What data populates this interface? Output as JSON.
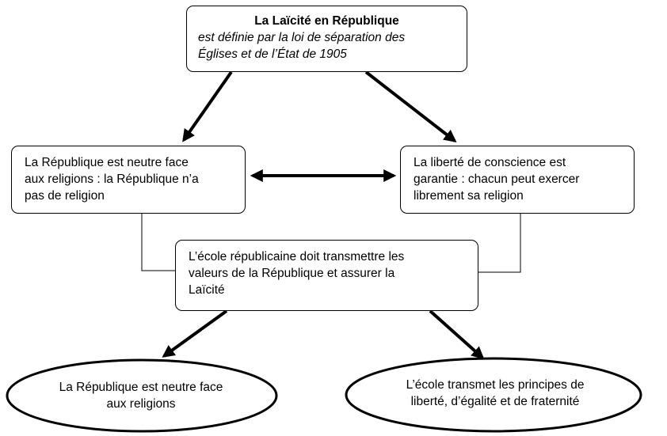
{
  "top": {
    "title": "La Laïcité en République",
    "line1": "est définie par la loi de séparation des",
    "line2": "Églises et de l’État de 1905"
  },
  "left": {
    "line1": "La République est neutre face",
    "line2": "aux religions : la République n’a",
    "line3": "pas de religion"
  },
  "right": {
    "line1": "La liberté de conscience est",
    "line2": "garantie : chacun peut exercer",
    "line3": "librement sa religion"
  },
  "middle": {
    "line1": "L’école républicaine doit transmettre les",
    "line2": "valeurs de la République et assurer la",
    "line3": "Laïcité"
  },
  "bottom_left": {
    "line1": "La République est neutre face",
    "line2": "aux religions"
  },
  "bottom_right": {
    "line1": "L’école transmet les principes de",
    "line2": "liberté, d’égalité et de fraternité"
  }
}
